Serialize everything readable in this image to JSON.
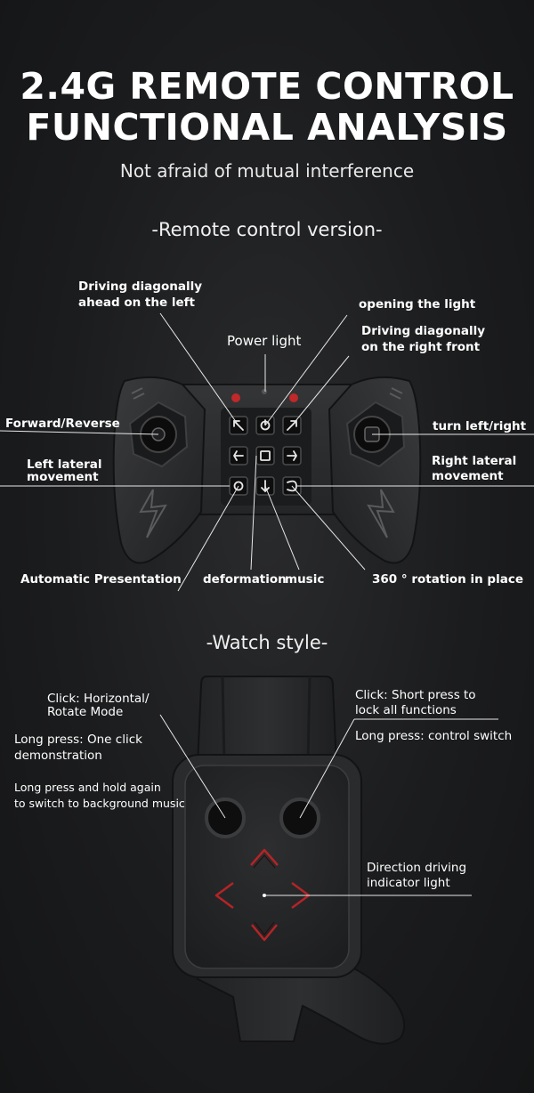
{
  "header": {
    "title_line1": "2.4G REMOTE CONTROL",
    "title_line2": "FUNCTIONAL ANALYSIS",
    "subtitle": "Not afraid of mutual interference"
  },
  "remote_section": {
    "heading": "-Remote control version-",
    "labels": {
      "diag_left_1": "Driving diagonally",
      "diag_left_2": "ahead on the left",
      "opening_light": "opening the light",
      "diag_right_1": "Driving diagonally",
      "diag_right_2": "on the right front",
      "power_light": "Power light",
      "forward_reverse": "Forward/Reverse",
      "turn_left_right": "turn left/right",
      "left_lateral_1": "Left lateral",
      "left_lateral_2": "movement",
      "right_lateral_1": "Right lateral",
      "right_lateral_2": "movement",
      "auto_presentation": "Automatic Presentation",
      "deformation": "deformation",
      "music": "music",
      "rotation": "360 ° rotation in place"
    }
  },
  "watch_section": {
    "heading": "-Watch style-",
    "labels": {
      "click_horizontal_1": "Click: Horizontal/",
      "click_horizontal_2": "Rotate Mode",
      "long_press_demo_1": "Long press: One click",
      "long_press_demo_2": "demonstration",
      "long_press_music_1": "Long press and hold again",
      "long_press_music_2": "to switch to background music",
      "short_press_1": "Click: Short press to",
      "short_press_2": "lock all functions",
      "control_switch": "Long press: control switch",
      "direction_1": "Direction driving",
      "direction_2": "indicator light"
    }
  },
  "colors": {
    "indicator_red": "#c0282a",
    "body_dark": "#2b2c2e",
    "button_black": "#0e0e0f"
  }
}
